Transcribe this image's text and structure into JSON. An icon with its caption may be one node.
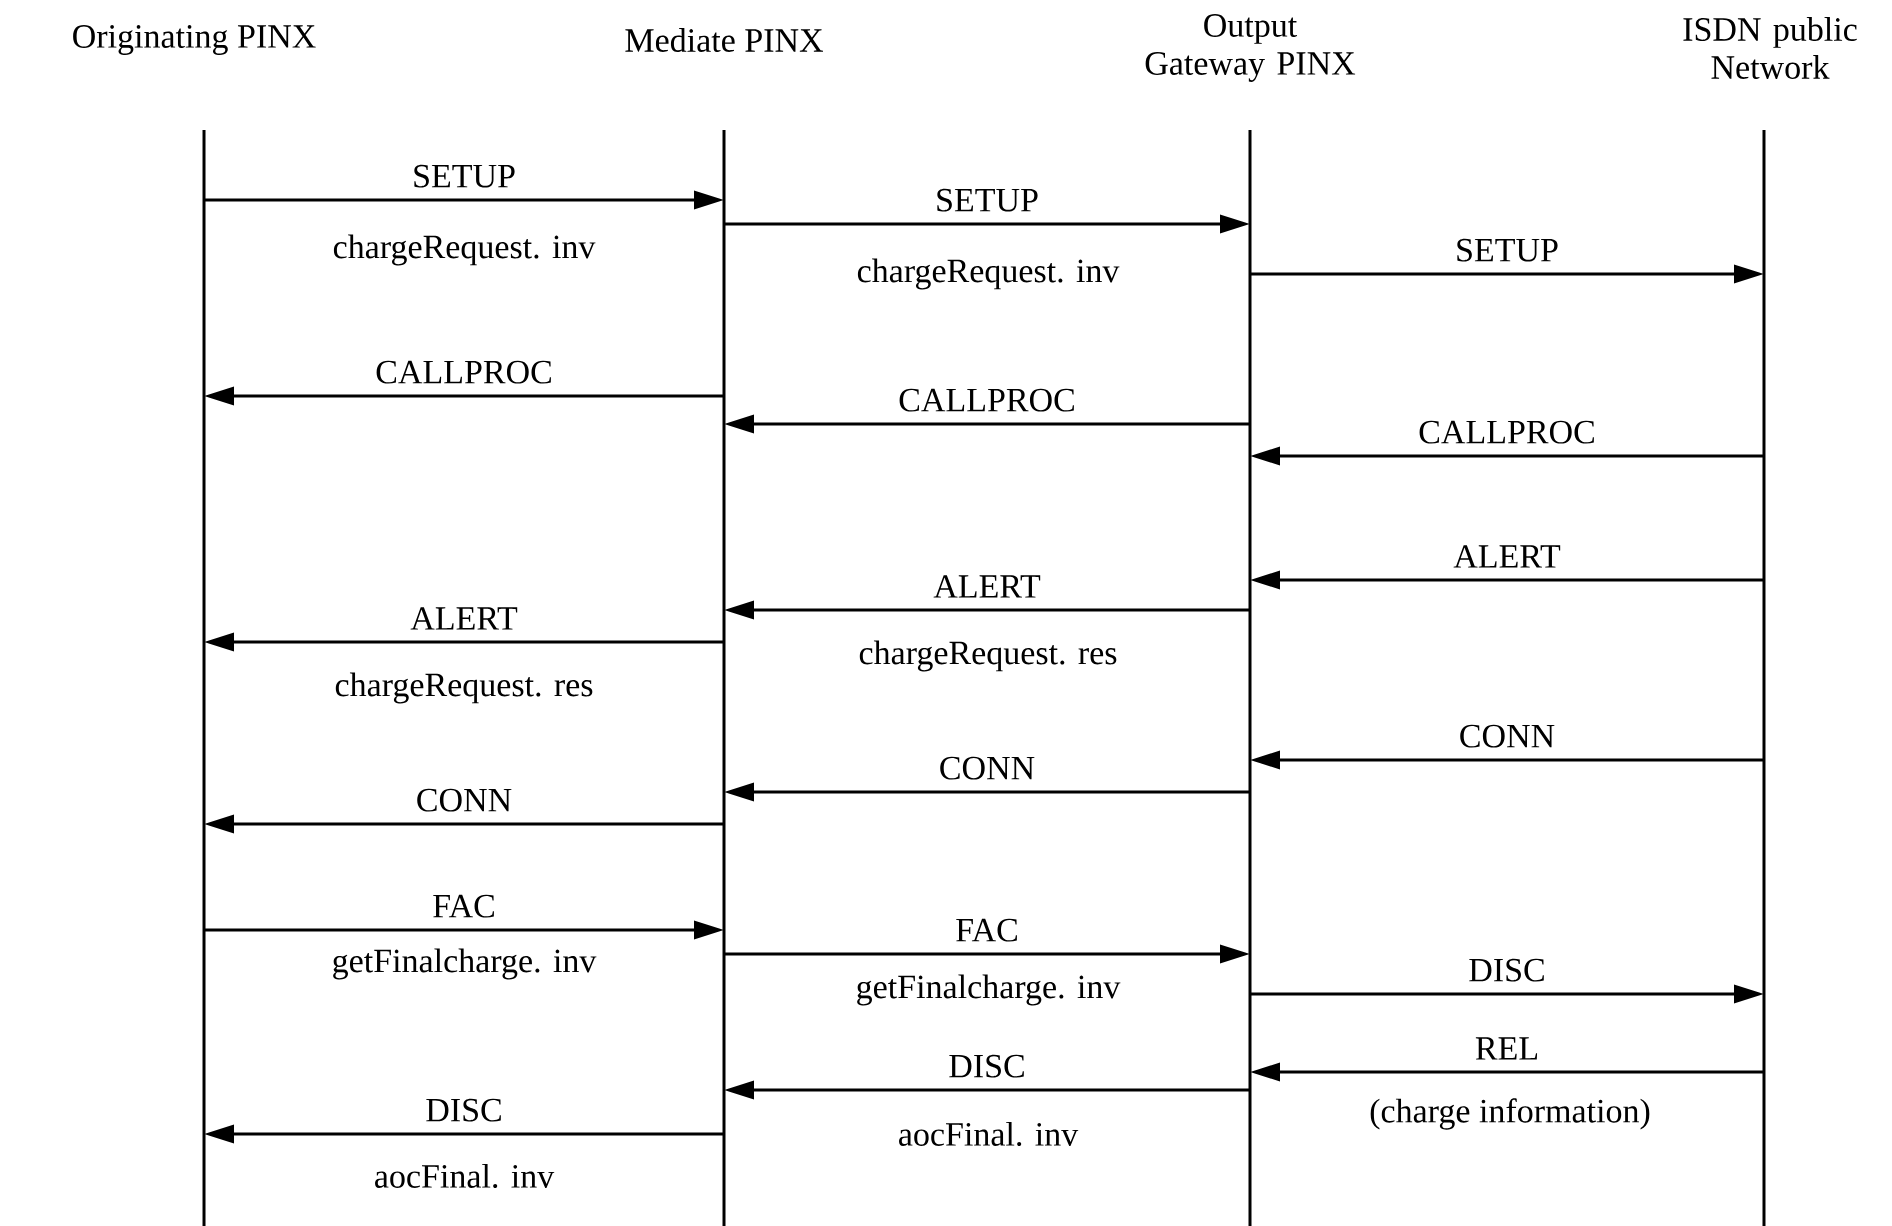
{
  "diagram": {
    "nodes": [
      {
        "text": [
          "Originating PINX"
        ]
      },
      {
        "text": [
          "Mediate PINX"
        ]
      },
      {
        "text": [
          "Output Gateway PINX"
        ]
      },
      {
        "text": [
          "ISDN public Network"
        ]
      }
    ],
    "edges": [
      {
        "from": 0,
        "to": 1,
        "arrow": "to",
        "label": "SETUP"
      },
      {
        "from": 1,
        "to": 2,
        "arrow": "to",
        "label": "SETUP"
      },
      {
        "from": 2,
        "to": 3,
        "arrow": "to",
        "label": "SETUP"
      },
      {
        "from": 1,
        "to": 0,
        "arrow": "to",
        "label": "CALLPROC"
      },
      {
        "from": 2,
        "to": 1,
        "arrow": "to",
        "label": "CALLPROC"
      },
      {
        "from": 3,
        "to": 2,
        "arrow": "to",
        "label": "CALLPROC"
      },
      {
        "from": 3,
        "to": 2,
        "arrow": "to",
        "label": "ALERT"
      },
      {
        "from": 2,
        "to": 1,
        "arrow": "to",
        "label": "ALERT"
      },
      {
        "from": 1,
        "to": 0,
        "arrow": "to",
        "label": "ALERT"
      },
      {
        "from": 3,
        "to": 2,
        "arrow": "to",
        "label": "CONN"
      },
      {
        "from": 2,
        "to": 1,
        "arrow": "to",
        "label": "CONN"
      },
      {
        "from": 1,
        "to": 0,
        "arrow": "to",
        "label": "CONN"
      },
      {
        "from": 0,
        "to": 1,
        "arrow": "to",
        "label": "FAC"
      },
      {
        "from": 1,
        "to": 2,
        "arrow": "to",
        "label": "FAC"
      },
      {
        "from": 2,
        "to": 3,
        "arrow": "to",
        "label": "DISC"
      },
      {
        "from": 3,
        "to": 2,
        "arrow": "to",
        "label": "REL"
      },
      {
        "from": 2,
        "to": 1,
        "arrow": "to",
        "label": "DISC"
      },
      {
        "from": 1,
        "to": 0,
        "arrow": "to",
        "label": "DISC"
      }
    ],
    "labels": [
      "chargeRequest. inv",
      "chargeRequest. inv",
      "chargeRequest. res",
      "chargeRequest. res",
      "getFinalcharge. inv",
      "getFinalcharge. inv",
      "(charge information)",
      "aocFinal. inv",
      "aocFinal. inv"
    ]
  }
}
